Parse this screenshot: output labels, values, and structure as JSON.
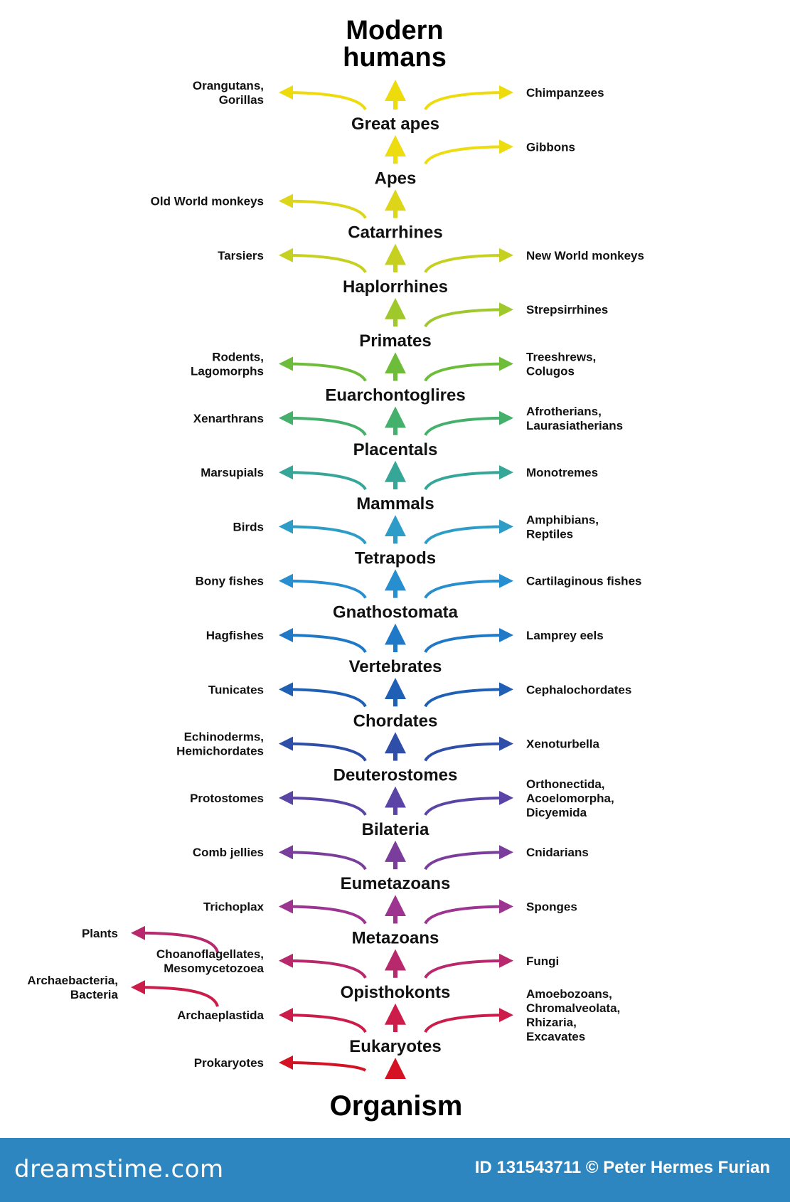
{
  "footer": {
    "brand": "dreamstime.com",
    "credit": "ID 131543711 © Peter Hermes Furian"
  },
  "tree": {
    "top": "Modern humans",
    "root": "Organism",
    "levels": [
      {
        "node": "Great apes",
        "left": [
          "Orangutans,",
          "Gorillas"
        ],
        "right": [
          "Chimpanzees"
        ],
        "color": "#eedb0c"
      },
      {
        "node": "Apes",
        "left": [],
        "right": [
          "Gibbons"
        ],
        "color": "#ecdc10"
      },
      {
        "node": "Catarrhines",
        "left": [
          "Old World monkeys"
        ],
        "right": [],
        "color": "#dcd51a"
      },
      {
        "node": "Haplorrhines",
        "left": [
          "Tarsiers"
        ],
        "right": [
          "New World monkeys"
        ],
        "color": "#c5d021"
      },
      {
        "node": "Primates",
        "left": [],
        "right": [
          "Strepsirrhines"
        ],
        "color": "#9ec82c"
      },
      {
        "node": "Euarchontoglires",
        "left": [
          "Rodents,",
          "Lagomorphs"
        ],
        "right": [
          "Treeshrews,",
          "Colugos"
        ],
        "color": "#6ebd3a"
      },
      {
        "node": "Placentals",
        "left": [
          "Xenarthrans"
        ],
        "right": [
          "Afrotherians,",
          "Laurasiatherians"
        ],
        "color": "#45b06b"
      },
      {
        "node": "Mammals",
        "left": [
          "Marsupials"
        ],
        "right": [
          "Monotremes"
        ],
        "color": "#35a697"
      },
      {
        "node": "Tetrapods",
        "left": [
          "Birds"
        ],
        "right": [
          "Amphibians,",
          "Reptiles"
        ],
        "color": "#2d9dc8"
      },
      {
        "node": "Gnathostomata",
        "left": [
          "Bony fishes"
        ],
        "right": [
          "Cartilaginous fishes"
        ],
        "color": "#278ecf"
      },
      {
        "node": "Vertebrates",
        "left": [
          "Hagfishes"
        ],
        "right": [
          "Lamprey eels"
        ],
        "color": "#2079c6"
      },
      {
        "node": "Chordates",
        "left": [
          "Tunicates"
        ],
        "right": [
          "Cephalochordates"
        ],
        "color": "#1f5fb4"
      },
      {
        "node": "Deuterostomes",
        "left": [
          "Echinoderms,",
          "Hemichordates"
        ],
        "right": [
          "Xenoturbella"
        ],
        "color": "#2f4ea8"
      },
      {
        "node": "Bilateria",
        "left": [
          "Protostomes"
        ],
        "right": [
          "Orthonectida,",
          "Acoelomorpha,",
          "Dicyemida"
        ],
        "color": "#5a45a6"
      },
      {
        "node": "Eumetazoans",
        "left": [
          "Comb jellies"
        ],
        "right": [
          "Cnidarians"
        ],
        "color": "#7a3d9c"
      },
      {
        "node": "Metazoans",
        "left": [
          "Trichoplax"
        ],
        "right": [
          "Sponges"
        ],
        "color": "#9c3490"
      },
      {
        "node": "Opisthokonts",
        "left": [
          "Choanoflagellates,",
          "Mesomycetozoea"
        ],
        "right": [
          "Fungi"
        ],
        "color": "#b8286c",
        "far_left": [
          "Plants"
        ]
      },
      {
        "node": "Eukaryotes",
        "left": [
          "Archaeplastida"
        ],
        "right": [
          "Amoebozoans,",
          "Chromalveolata,",
          "Rhizaria,",
          "Excavates"
        ],
        "color": "#cc1d4a",
        "far_left": [
          "Archaebacteria,",
          "Bacteria"
        ]
      },
      {
        "node": "",
        "left": [
          "Prokaryotes"
        ],
        "right": [],
        "color": "#d41224"
      }
    ]
  }
}
